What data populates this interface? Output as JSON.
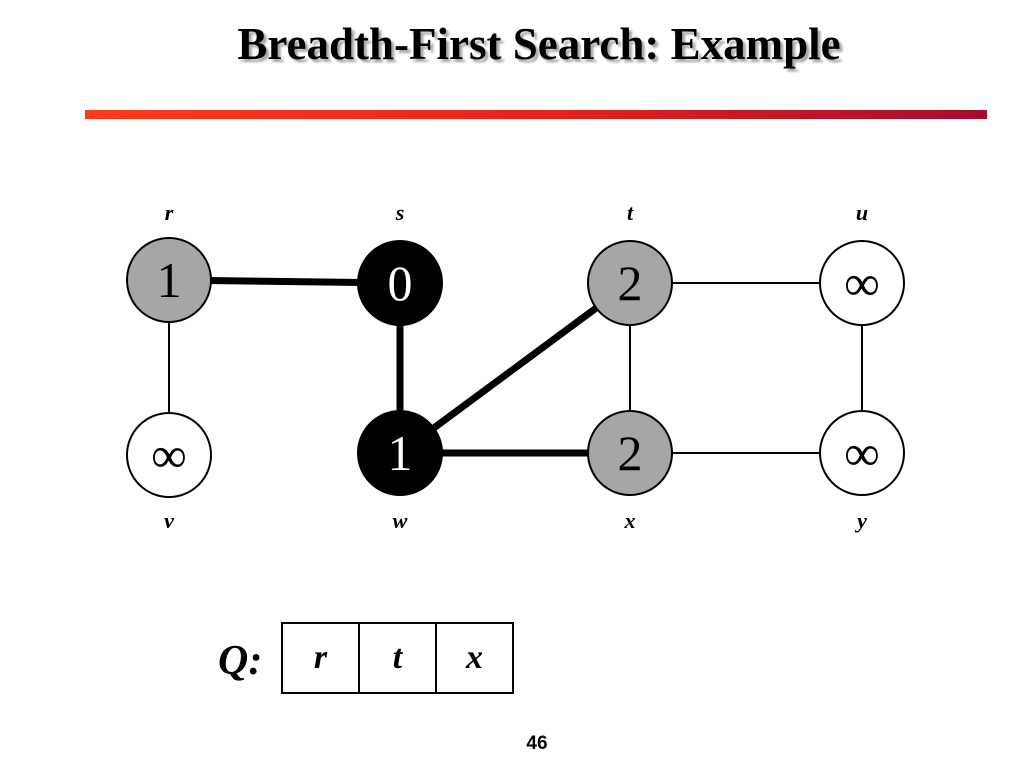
{
  "title": "Breadth-First Search: Example",
  "page_number": "46",
  "queue": {
    "label": "Q:",
    "items": [
      "r",
      "t",
      "x"
    ]
  },
  "colors": {
    "white_vertex": "#ffffff",
    "gray_vertex": "#a6a6a6",
    "black_vertex": "#000000",
    "title_rule_start": "#ff3a1a",
    "title_rule_end": "#a50c2e"
  },
  "graph": {
    "vertices": [
      {
        "id": "r",
        "label": "r",
        "distance": "1",
        "color": "gray"
      },
      {
        "id": "s",
        "label": "s",
        "distance": "0",
        "color": "black"
      },
      {
        "id": "t",
        "label": "t",
        "distance": "2",
        "color": "gray"
      },
      {
        "id": "u",
        "label": "u",
        "distance": "∞",
        "color": "white"
      },
      {
        "id": "v",
        "label": "v",
        "distance": "∞",
        "color": "white"
      },
      {
        "id": "w",
        "label": "w",
        "distance": "1",
        "color": "black"
      },
      {
        "id": "x",
        "label": "x",
        "distance": "2",
        "color": "gray"
      },
      {
        "id": "y",
        "label": "y",
        "distance": "∞",
        "color": "white"
      }
    ],
    "edges": [
      {
        "from": "r",
        "to": "s",
        "tree_edge": true
      },
      {
        "from": "r",
        "to": "v",
        "tree_edge": false
      },
      {
        "from": "s",
        "to": "w",
        "tree_edge": true
      },
      {
        "from": "w",
        "to": "t",
        "tree_edge": true
      },
      {
        "from": "w",
        "to": "x",
        "tree_edge": true
      },
      {
        "from": "t",
        "to": "x",
        "tree_edge": false
      },
      {
        "from": "t",
        "to": "u",
        "tree_edge": false
      },
      {
        "from": "x",
        "to": "y",
        "tree_edge": false
      },
      {
        "from": "u",
        "to": "y",
        "tree_edge": false
      }
    ]
  }
}
